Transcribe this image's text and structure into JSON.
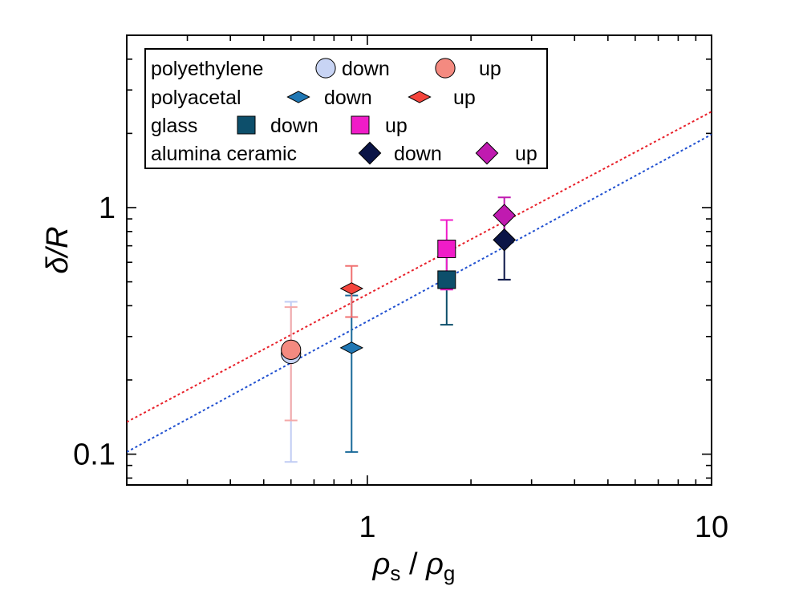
{
  "chart_data": {
    "type": "scatter",
    "title": "",
    "xlabel": {
      "main_left": "ρ",
      "sub_left": "s",
      "sep": " / ",
      "main_right": "ρ",
      "sub_right": "g"
    },
    "ylabel": {
      "prefix": "δ/",
      "italic": "R"
    },
    "xscale": "log",
    "yscale": "log",
    "xlim": [
      0.2,
      10
    ],
    "ylim": [
      0.075,
      5
    ],
    "x_tick_labels": [
      {
        "value": 1,
        "label": "1"
      },
      {
        "value": 10,
        "label": "10"
      }
    ],
    "y_tick_labels": [
      {
        "value": 0.1,
        "label": "0.1"
      },
      {
        "value": 1,
        "label": "1"
      }
    ],
    "grid": false,
    "legend_position": "top-left",
    "legend": [
      {
        "material": "polyethylene",
        "down_label": "down",
        "up_label": "up",
        "marker": "circle",
        "down_color": "#c8d4f4",
        "up_color": "#f48a80"
      },
      {
        "material": "polyacetal",
        "down_label": "down",
        "up_label": "up",
        "marker": "thin-diamond",
        "down_color": "#1f77b4",
        "up_color": "#f4443c"
      },
      {
        "material": "glass",
        "down_label": "down",
        "up_label": "up",
        "marker": "square",
        "down_color": "#0d4f6b",
        "up_color": "#f01cc8"
      },
      {
        "material": "alumina ceramic",
        "down_label": "down",
        "up_label": "up",
        "marker": "diamond",
        "down_color": "#0a1446",
        "up_color": "#c01ab0"
      }
    ],
    "series": [
      {
        "material": "polyethylene",
        "direction": "down",
        "marker": "circle",
        "color": "#c8d4f4",
        "errcolor": "#c0ccf4",
        "points": [
          {
            "x": 0.6,
            "y": 0.255,
            "ylow": 0.093,
            "yhigh": 0.415
          }
        ]
      },
      {
        "material": "polyethylene",
        "direction": "up",
        "marker": "circle",
        "color": "#f48a80",
        "errcolor": "#f4a8a8",
        "points": [
          {
            "x": 0.6,
            "y": 0.265,
            "ylow": 0.137,
            "yhigh": 0.395
          }
        ]
      },
      {
        "material": "polyacetal",
        "direction": "down",
        "marker": "thin-diamond",
        "color": "#1f77b4",
        "errcolor": "#1a6a9a",
        "points": [
          {
            "x": 0.9,
            "y": 0.27,
            "ylow": 0.102,
            "yhigh": 0.44
          }
        ]
      },
      {
        "material": "polyacetal",
        "direction": "up",
        "marker": "thin-diamond",
        "color": "#f4443c",
        "errcolor": "#f07070",
        "points": [
          {
            "x": 0.9,
            "y": 0.47,
            "ylow": 0.36,
            "yhigh": 0.58
          }
        ]
      },
      {
        "material": "glass",
        "direction": "down",
        "marker": "square",
        "color": "#0d4f6b",
        "errcolor": "#0d4f6b",
        "points": [
          {
            "x": 1.7,
            "y": 0.51,
            "ylow": 0.335,
            "yhigh": 0.69
          }
        ]
      },
      {
        "material": "glass",
        "direction": "up",
        "marker": "square",
        "color": "#f01cc8",
        "errcolor": "#f01cc8",
        "points": [
          {
            "x": 1.7,
            "y": 0.68,
            "ylow": 0.465,
            "yhigh": 0.89
          }
        ]
      },
      {
        "material": "alumina ceramic",
        "direction": "down",
        "marker": "diamond",
        "color": "#0a1446",
        "errcolor": "#0a1446",
        "points": [
          {
            "x": 2.5,
            "y": 0.74,
            "ylow": 0.51,
            "yhigh": 0.95
          }
        ]
      },
      {
        "material": "alumina ceramic",
        "direction": "up",
        "marker": "diamond",
        "color": "#c01ab0",
        "errcolor": "#c01ab0",
        "points": [
          {
            "x": 2.5,
            "y": 0.93,
            "ylow": 0.74,
            "yhigh": 1.1
          }
        ]
      }
    ],
    "fit_lines": [
      {
        "direction": "up",
        "color": "#e8202a",
        "style": "dotted",
        "points": [
          {
            "x": 0.2,
            "y": 0.135
          },
          {
            "x": 10,
            "y": 2.45
          }
        ]
      },
      {
        "direction": "down",
        "color": "#2050d0",
        "style": "dotted",
        "points": [
          {
            "x": 0.2,
            "y": 0.102
          },
          {
            "x": 10,
            "y": 1.98
          }
        ]
      }
    ]
  }
}
